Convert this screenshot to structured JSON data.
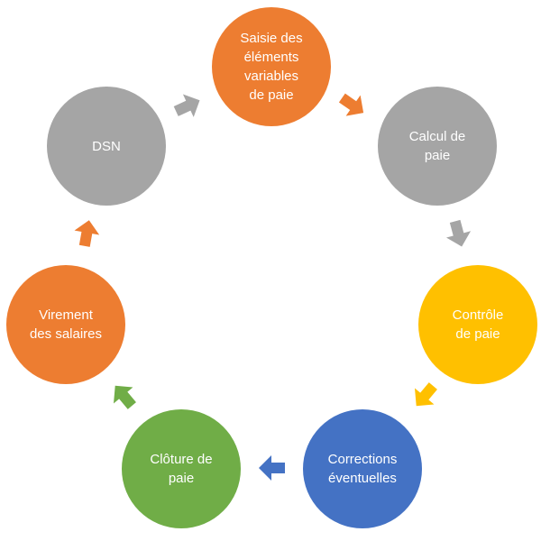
{
  "colors": {
    "orange": "#ED7D31",
    "gray": "#A5A5A5",
    "yellow": "#FFC000",
    "blue": "#4472C4",
    "green": "#70AD47"
  },
  "steps": [
    {
      "label": "Saisie des\néléments\nvariables\nde paie",
      "color": "#ED7D31"
    },
    {
      "label": "Calcul de\npaie",
      "color": "#A5A5A5"
    },
    {
      "label": "Contrôle\nde paie",
      "color": "#FFC000"
    },
    {
      "label": "Corrections\néventuelles",
      "color": "#4472C4"
    },
    {
      "label": "Clôture de\npaie",
      "color": "#70AD47"
    },
    {
      "label": "Virement\ndes salaires",
      "color": "#ED7D31"
    },
    {
      "label": "DSN",
      "color": "#A5A5A5"
    }
  ],
  "arrows": [
    {
      "from": "Saisie des éléments variables de paie",
      "to": "Calcul de paie",
      "color": "#ED7D31",
      "icon": "arrow-icon"
    },
    {
      "from": "Calcul de paie",
      "to": "Contrôle de paie",
      "color": "#A5A5A5",
      "icon": "arrow-icon"
    },
    {
      "from": "Contrôle de paie",
      "to": "Corrections éventuelles",
      "color": "#FFC000",
      "icon": "arrow-icon"
    },
    {
      "from": "Corrections éventuelles",
      "to": "Clôture de paie",
      "color": "#4472C4",
      "icon": "arrow-icon"
    },
    {
      "from": "Clôture de paie",
      "to": "Virement des salaires",
      "color": "#70AD47",
      "icon": "arrow-icon"
    },
    {
      "from": "Virement des salaires",
      "to": "DSN",
      "color": "#ED7D31",
      "icon": "arrow-icon"
    },
    {
      "from": "DSN",
      "to": "Saisie des éléments variables de paie",
      "color": "#A5A5A5",
      "icon": "arrow-icon"
    }
  ]
}
